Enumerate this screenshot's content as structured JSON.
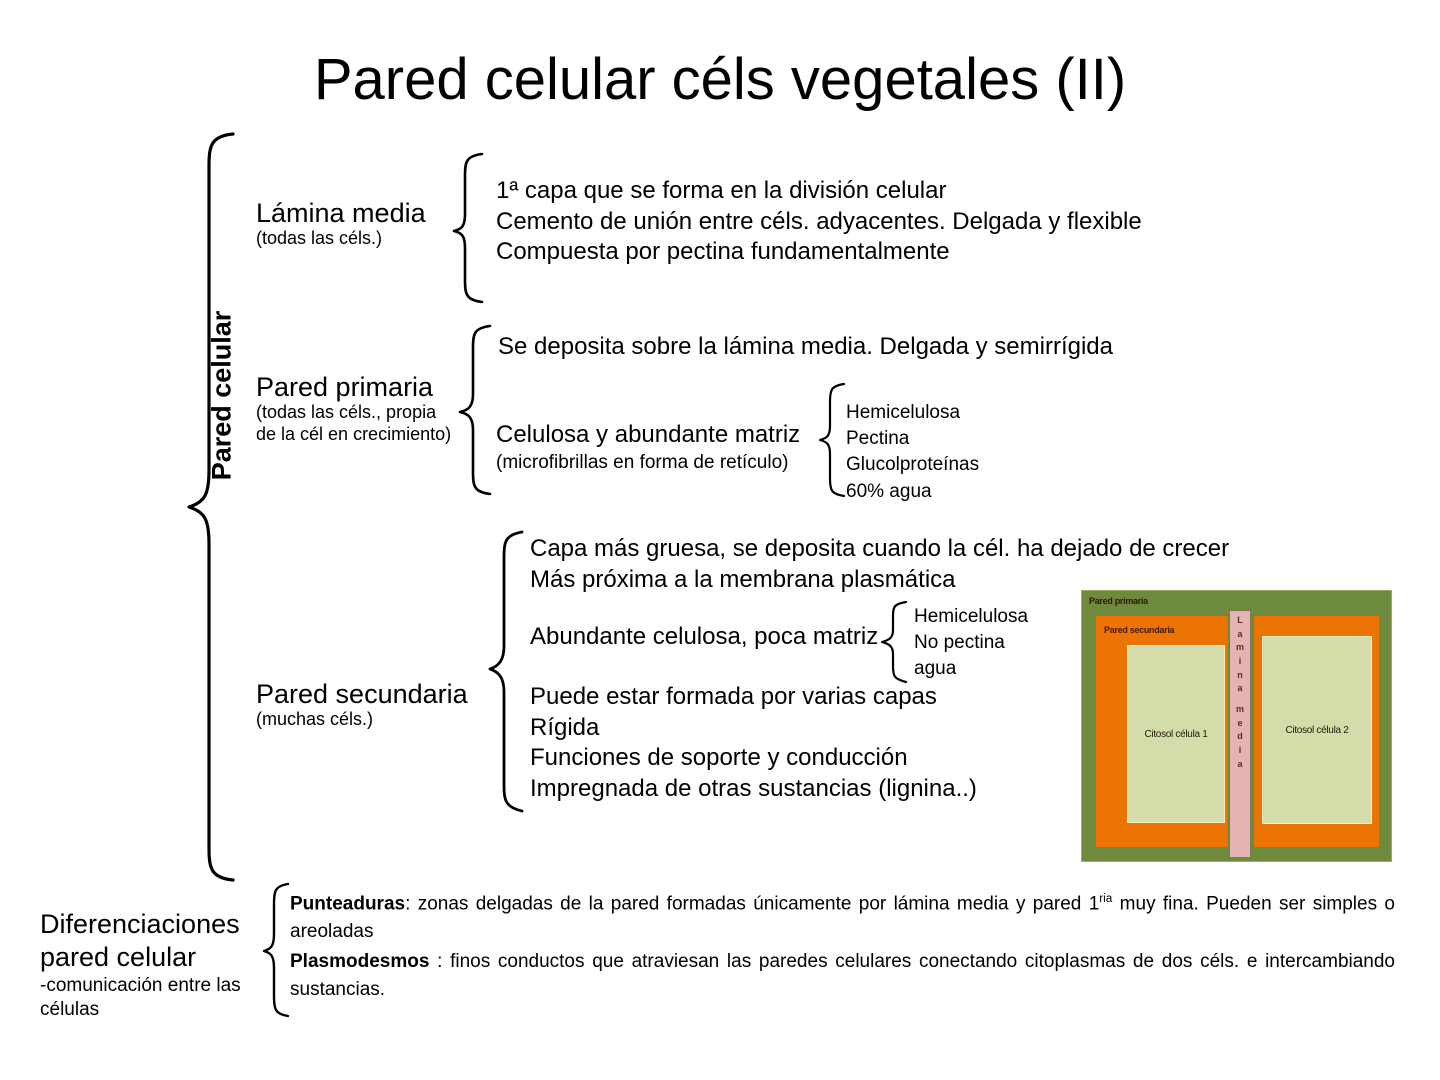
{
  "title": "Pared celular céls vegetales (II)",
  "main_label": "Pared celular",
  "sections": [
    {
      "name": "Lámina media",
      "subtitle": "(todas las céls.)",
      "lines": [
        "1ª capa que se forma en la división celular",
        "Cemento de unión entre céls. adyacentes. Delgada y flexible",
        "Compuesta por pectina fundamentalmente"
      ]
    },
    {
      "name": "Pared primaria",
      "subtitle_line1": "(todas las céls., propia",
      "subtitle_line2": "de la cél en crecimiento)",
      "line1": "Se deposita sobre la lámina media. Delgada y semirrígida",
      "line2": "Celulosa y abundante matriz",
      "line2_sub": "(microfibrillas en forma de retículo)",
      "components": [
        "Hemicelulosa",
        "Pectina",
        "Glucolproteínas",
        "60% agua"
      ]
    },
    {
      "name": "Pared secundaria",
      "subtitle": "(muchas céls.)",
      "lines_top": [
        "Capa más gruesa, se deposita cuando la cél. ha dejado de crecer",
        "Más próxima a la membrana plasmática"
      ],
      "line_matrix": "Abundante celulosa, poca matriz",
      "components": [
        "Hemicelulosa",
        "No pectina",
        "agua"
      ],
      "lines_bottom": [
        "Puede estar formada por varias capas",
        "Rígida",
        "Funciones de soporte y conducción",
        "Impregnada de otras sustancias (lignina..)"
      ]
    }
  ],
  "bottom": {
    "label_line1": "Diferenciaciones",
    "label_line2": "pared celular",
    "label_line3": "-comunicación entre las",
    "label_line4": "células",
    "item1_term": "Punteaduras",
    "item1_text_a": ": zonas delgadas de la pared formadas únicamente por lámina media y pared 1",
    "item1_sup": "ria",
    "item1_text_b": " muy fina. Pueden ser simples o areoladas",
    "item2_term": "Plasmodesmos",
    "item2_text": " : finos conductos que atraviesan las paredes celulares conectando citoplasmas de dos céls. e intercambiando sustancias."
  },
  "diagram": {
    "label_primaria": "Pared primaria",
    "label_secundaria": "Pared secundaria",
    "cytosol1": "Citosol célula 1",
    "cytosol2": "Citosol célula 2",
    "lamina_letters": [
      "L",
      "a",
      "m",
      "i",
      "n",
      "a",
      "",
      "m",
      "e",
      "d",
      "i",
      "a"
    ],
    "colors": {
      "primary_wall": "#6e8b3d",
      "secondary_wall": "#ec7404",
      "cytosol": "#d4ddaa",
      "lamina_media": "#e4b3b3"
    }
  }
}
